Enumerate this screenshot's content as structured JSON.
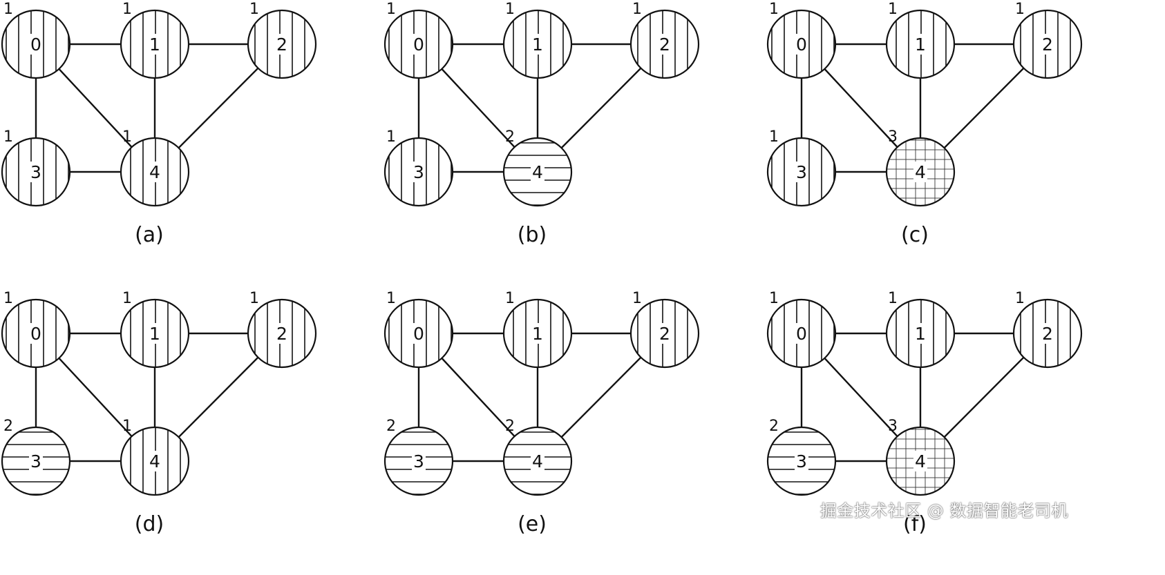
{
  "watermark": "掘金技术社区 @ 数据智能老司机",
  "edges": [
    [
      0,
      1
    ],
    [
      1,
      2
    ],
    [
      0,
      3
    ],
    [
      0,
      4
    ],
    [
      1,
      4
    ],
    [
      2,
      4
    ],
    [
      3,
      4
    ]
  ],
  "panels": [
    {
      "label": "(a)",
      "nodes": [
        {
          "id": "0",
          "degree": "1",
          "pattern": "vertical"
        },
        {
          "id": "1",
          "degree": "1",
          "pattern": "vertical"
        },
        {
          "id": "2",
          "degree": "1",
          "pattern": "vertical"
        },
        {
          "id": "3",
          "degree": "1",
          "pattern": "vertical"
        },
        {
          "id": "4",
          "degree": "1",
          "pattern": "vertical"
        }
      ]
    },
    {
      "label": "(b)",
      "nodes": [
        {
          "id": "0",
          "degree": "1",
          "pattern": "vertical"
        },
        {
          "id": "1",
          "degree": "1",
          "pattern": "vertical"
        },
        {
          "id": "2",
          "degree": "1",
          "pattern": "vertical"
        },
        {
          "id": "3",
          "degree": "1",
          "pattern": "vertical"
        },
        {
          "id": "4",
          "degree": "2",
          "pattern": "horizontal"
        }
      ]
    },
    {
      "label": "(c)",
      "nodes": [
        {
          "id": "0",
          "degree": "1",
          "pattern": "vertical"
        },
        {
          "id": "1",
          "degree": "1",
          "pattern": "vertical"
        },
        {
          "id": "2",
          "degree": "1",
          "pattern": "vertical"
        },
        {
          "id": "3",
          "degree": "1",
          "pattern": "vertical"
        },
        {
          "id": "4",
          "degree": "3",
          "pattern": "grid"
        }
      ]
    },
    {
      "label": "(d)",
      "nodes": [
        {
          "id": "0",
          "degree": "1",
          "pattern": "vertical"
        },
        {
          "id": "1",
          "degree": "1",
          "pattern": "vertical"
        },
        {
          "id": "2",
          "degree": "1",
          "pattern": "vertical"
        },
        {
          "id": "3",
          "degree": "2",
          "pattern": "horizontal"
        },
        {
          "id": "4",
          "degree": "1",
          "pattern": "vertical"
        }
      ]
    },
    {
      "label": "(e)",
      "nodes": [
        {
          "id": "0",
          "degree": "1",
          "pattern": "vertical"
        },
        {
          "id": "1",
          "degree": "1",
          "pattern": "vertical"
        },
        {
          "id": "2",
          "degree": "1",
          "pattern": "vertical"
        },
        {
          "id": "3",
          "degree": "2",
          "pattern": "horizontal"
        },
        {
          "id": "4",
          "degree": "2",
          "pattern": "horizontal"
        }
      ]
    },
    {
      "label": "(f)",
      "nodes": [
        {
          "id": "0",
          "degree": "1",
          "pattern": "vertical"
        },
        {
          "id": "1",
          "degree": "1",
          "pattern": "vertical"
        },
        {
          "id": "2",
          "degree": "1",
          "pattern": "vertical"
        },
        {
          "id": "3",
          "degree": "2",
          "pattern": "horizontal"
        },
        {
          "id": "4",
          "degree": "3",
          "pattern": "grid"
        }
      ]
    }
  ]
}
